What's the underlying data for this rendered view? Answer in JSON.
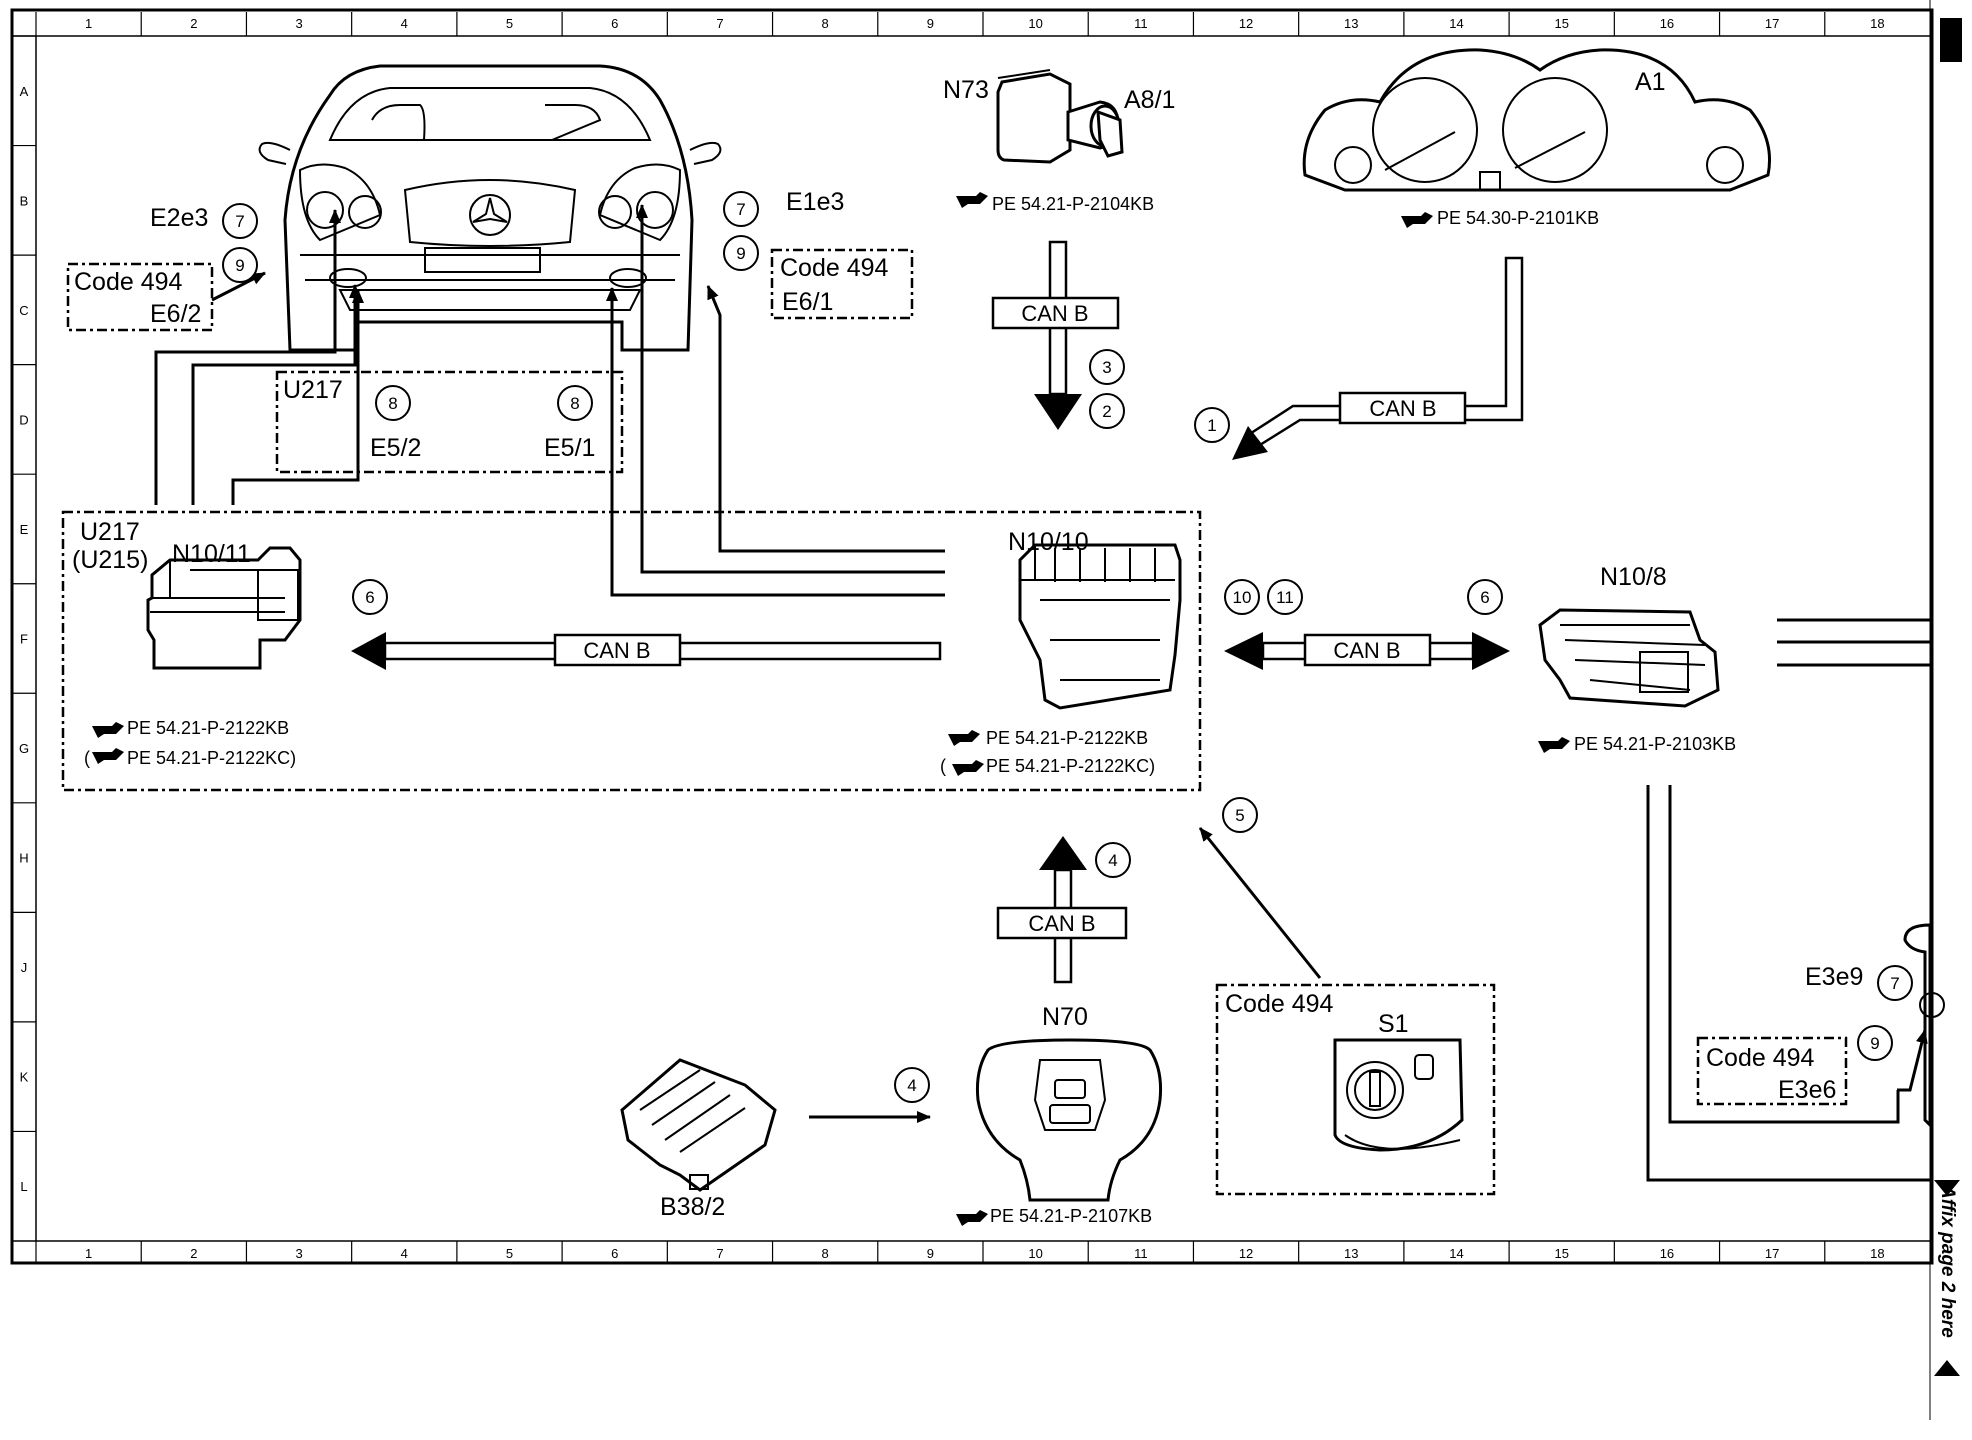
{
  "grid": {
    "columns": [
      "1",
      "2",
      "3",
      "4",
      "5",
      "6",
      "7",
      "8",
      "9",
      "10",
      "11",
      "12",
      "13",
      "14",
      "15",
      "16",
      "17",
      "18"
    ],
    "rows": [
      "A",
      "B",
      "C",
      "D",
      "E",
      "F",
      "G",
      "H",
      "J",
      "K",
      "L"
    ]
  },
  "components": {
    "n73": "N73",
    "a8_1": "A8/1",
    "a1": "A1",
    "e2e3": "E2e3",
    "e1e3": "E1e3",
    "e6_2": "E6/2",
    "e6_1": "E6/1",
    "u217_top": "U217",
    "e5_2": "E5/2",
    "e5_1": "E5/1",
    "u217": "U217",
    "u215": "(U215)",
    "n10_11": "N10/11",
    "n10_10": "N10/10",
    "n10_8": "N10/8",
    "n70": "N70",
    "b38_2": "B38/2",
    "s1": "S1",
    "e3e9": "E3e9",
    "e3e6": "E3e6"
  },
  "codes": {
    "left": "Code 494",
    "right_top": "Code 494",
    "s1_box": "Code 494",
    "right_bottom": "Code 494"
  },
  "refs": {
    "n73": "PE 54.21-P-2104KB",
    "a1": "PE 54.30-P-2101KB",
    "n10_11_a": "PE 54.21-P-2122KB",
    "n10_11_b_open": "(",
    "n10_11_b": "PE 54.21-P-2122KC)",
    "n10_10_a": "PE 54.21-P-2122KB",
    "n10_10_b_open": "(",
    "n10_10_b": "PE 54.21-P-2122KC)",
    "n10_8": "PE 54.21-P-2103KB",
    "n70": "PE 54.21-P-2107KB"
  },
  "can_labels": {
    "n73_down": "CAN B",
    "a1": "CAN B",
    "to_n10_11": "CAN B",
    "to_n10_8": "CAN B",
    "n70_up": "CAN B"
  },
  "markers": {
    "m1": "1",
    "m2": "2",
    "m3": "3",
    "m4a": "4",
    "m4b": "4",
    "m5": "5",
    "m6a": "6",
    "m6b": "6",
    "m7a": "7",
    "m7b": "7",
    "m7c": "7",
    "m8a": "8",
    "m8b": "8",
    "m9a": "9",
    "m9b": "9",
    "m9c": "9",
    "m10": "10",
    "m11": "11"
  },
  "side_note": "Affix page 2 here"
}
